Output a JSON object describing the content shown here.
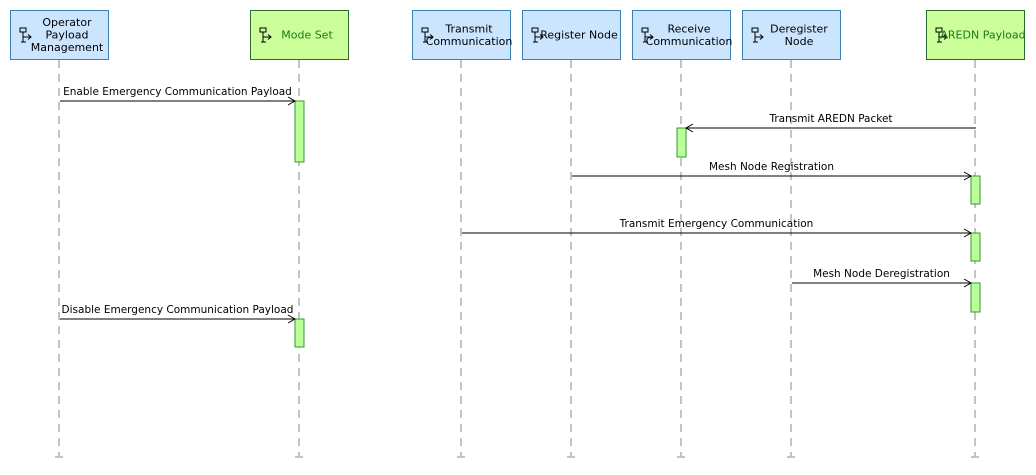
{
  "colors": {
    "lane_blue": "#cce5ff",
    "lane_green": "#ccff99",
    "lane_stroke": "#3c7fb1",
    "green_text": "#1a7a1a",
    "activation_fill": "#bbff99",
    "activation_stroke": "#339933",
    "line": "#000000",
    "lifeline": "#888888"
  },
  "lifelines": [
    {
      "id": "operator",
      "lines": [
        "Operator",
        "Payload",
        "Management"
      ],
      "style": "blue",
      "icon": "component-icon"
    },
    {
      "id": "mode-set",
      "lines": [
        "Mode Set"
      ],
      "style": "green",
      "icon": "component-icon"
    },
    {
      "id": "transmit-comm",
      "lines": [
        "Transmit",
        "Communication"
      ],
      "style": "blue",
      "icon": "component-icon"
    },
    {
      "id": "register-node",
      "lines": [
        "Register Node"
      ],
      "style": "blue",
      "icon": "component-icon"
    },
    {
      "id": "receive-comm",
      "lines": [
        "Receive",
        "Communication"
      ],
      "style": "blue",
      "icon": "component-icon"
    },
    {
      "id": "deregister-node",
      "lines": [
        "Deregister",
        "Node"
      ],
      "style": "blue",
      "icon": "component-icon"
    },
    {
      "id": "aredn-payload",
      "lines": [
        "AREDN Payload"
      ],
      "style": "green",
      "icon": "component-icon"
    }
  ],
  "messages": [
    {
      "id": "enable-emergency",
      "label": "Enable Emergency Communication Payload",
      "from": 0,
      "to": 1,
      "order": 1
    },
    {
      "id": "transmit-aredn-packet",
      "label": "Transmit AREDN Packet",
      "from": 6,
      "to": 4,
      "order": 2
    },
    {
      "id": "mesh-node-registration",
      "label": "Mesh Node Registration",
      "from": 3,
      "to": 6,
      "order": 3
    },
    {
      "id": "transmit-emergency",
      "label": "Transmit Emergency Communication",
      "from": 2,
      "to": 6,
      "order": 4
    },
    {
      "id": "mesh-node-deregistration",
      "label": "Mesh Node Deregistration",
      "from": 5,
      "to": 6,
      "order": 5
    },
    {
      "id": "disable-emergency",
      "label": "Disable Emergency Communication Payload",
      "from": 0,
      "to": 1,
      "order": 6
    }
  ]
}
